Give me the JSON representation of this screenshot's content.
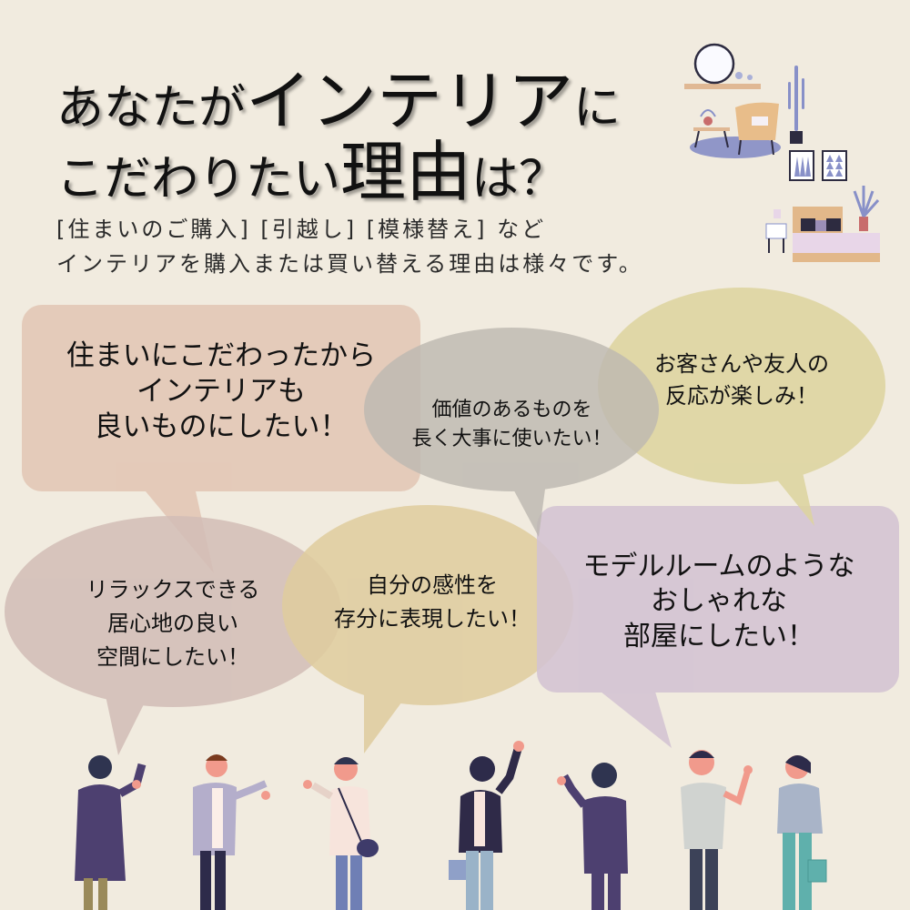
{
  "title": {
    "line1_a": "あなたが",
    "line1_b": "インテリア",
    "line1_c": "に",
    "line2_a": "こだわりたい",
    "line2_b": "理由",
    "line2_c": "は？"
  },
  "subtitle": {
    "line1": "[住まいのご購入] [引越し] [模様替え] など",
    "line2": "インテリアを購入または買い替える理由は様々です。"
  },
  "bubbles": [
    {
      "id": "sumai",
      "lines": [
        "住まいにこだわったから",
        "インテリアも",
        "良いものにしたい！"
      ],
      "color": "#e3c8b6"
    },
    {
      "id": "kachi",
      "lines": [
        "価値のあるものを",
        "長く大事に使いたい！"
      ],
      "color": "#c5c0b8"
    },
    {
      "id": "okyaku",
      "lines": [
        "お客さんや友人の",
        "反応が楽しみ！"
      ],
      "color": "#ded6a8"
    },
    {
      "id": "relax",
      "lines": [
        "リラックスできる",
        "居心地の良い",
        "空間にしたい！"
      ],
      "color": "#d4c2bb"
    },
    {
      "id": "kansei",
      "lines": [
        "自分の感性を",
        "存分に表現したい！"
      ],
      "color": "#e0d0a6"
    },
    {
      "id": "model",
      "lines": [
        "モデルルームのような",
        "おしゃれな",
        "部屋にしたい！"
      ],
      "color": "#d5c5d3"
    }
  ],
  "colors": {
    "background": "#f1ebdf"
  }
}
